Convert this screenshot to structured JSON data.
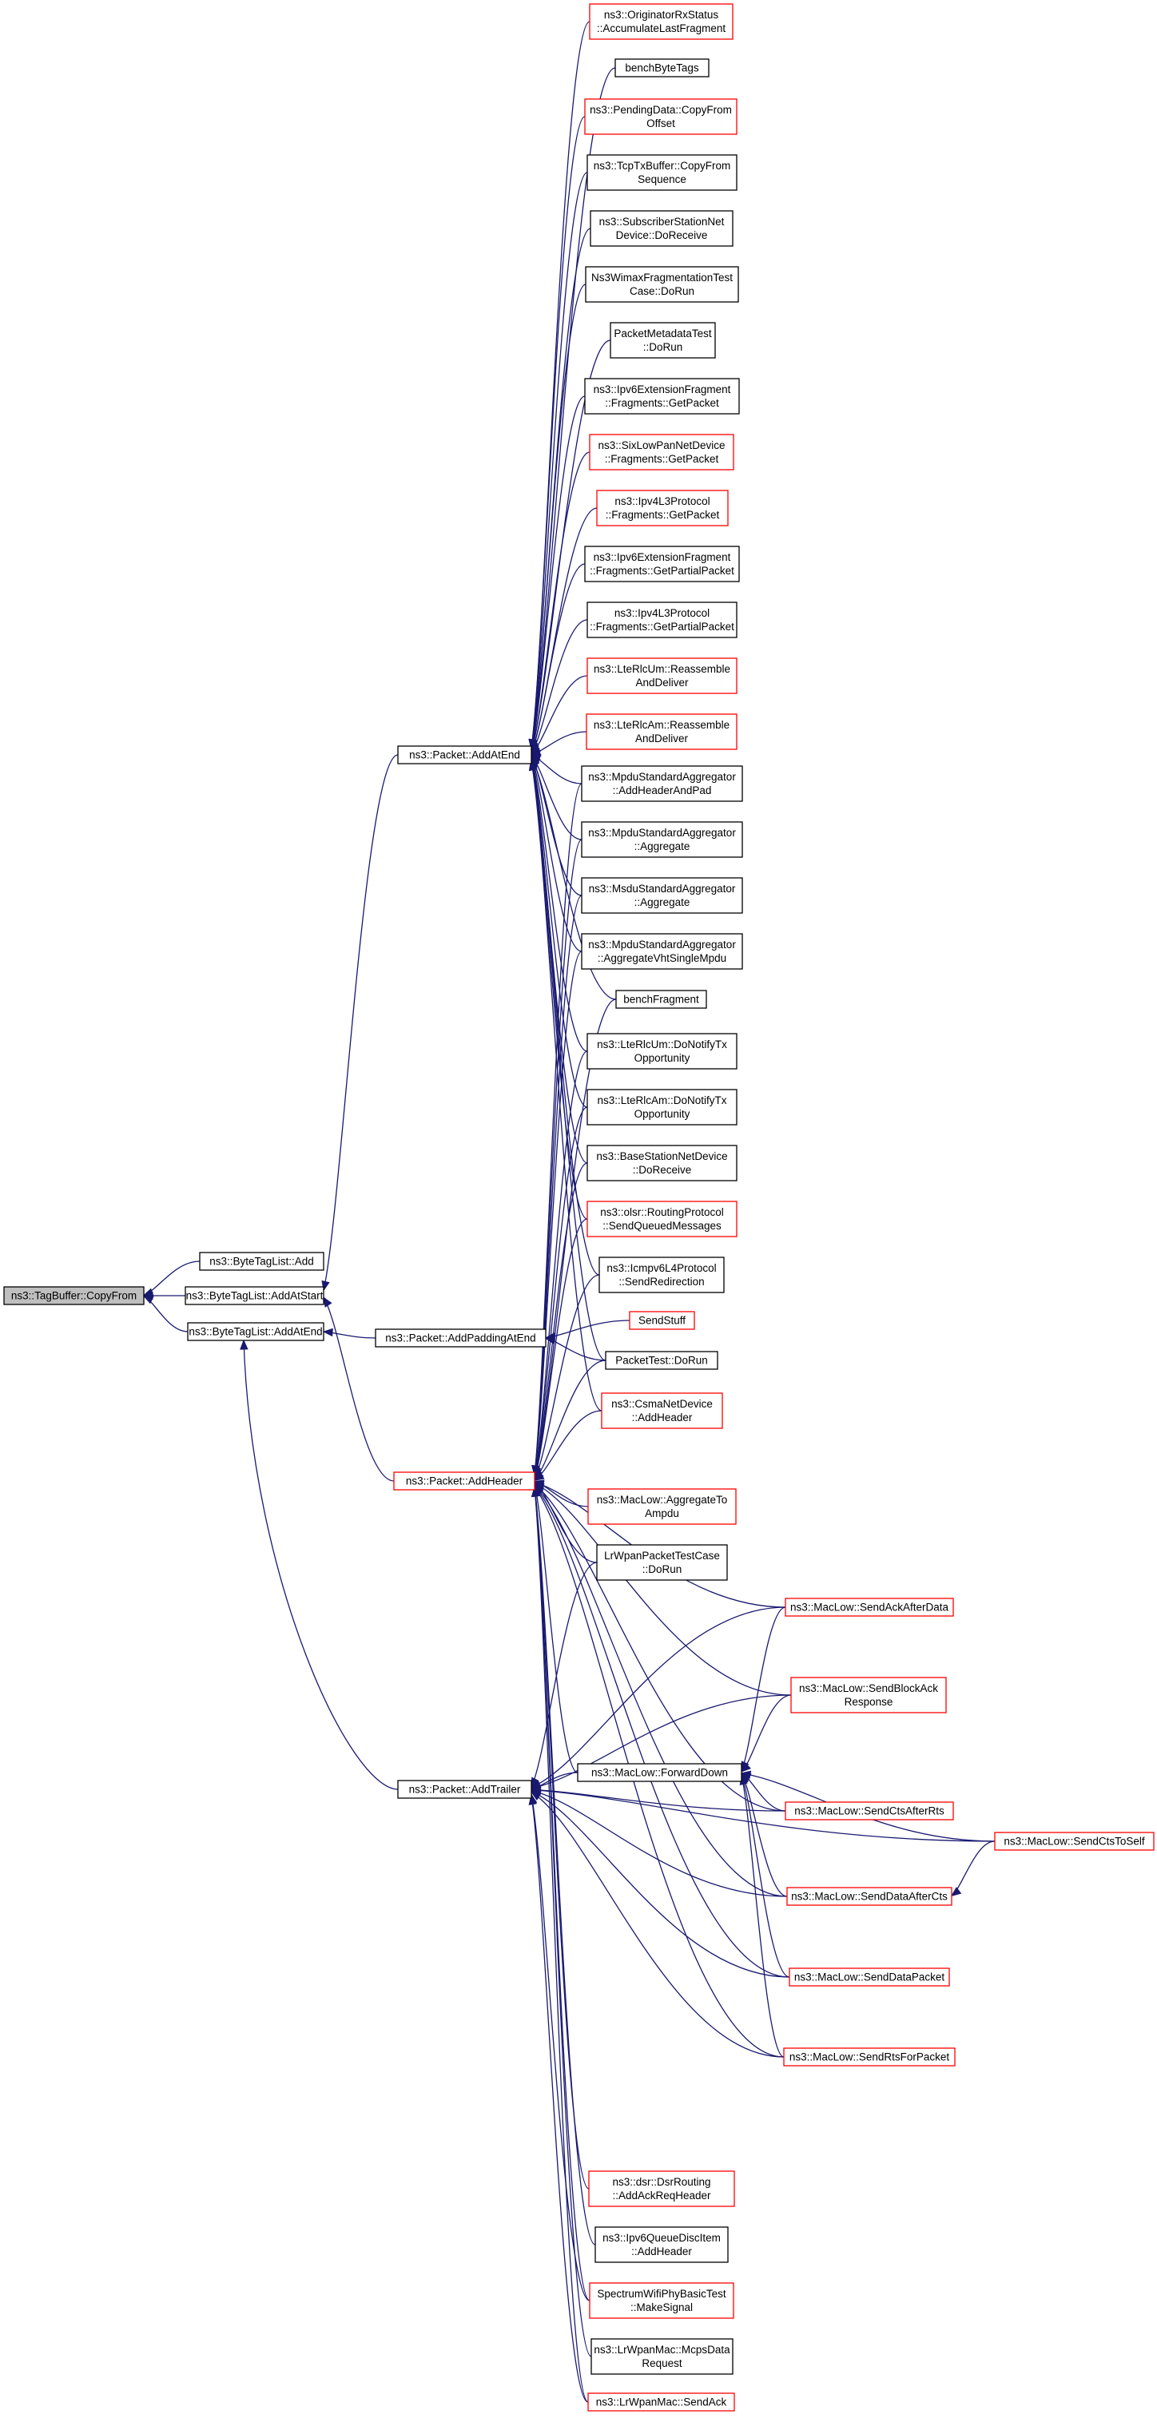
{
  "edge_color": "#191970",
  "nodes": [
    {
      "id": "n0",
      "lines": [
        "ns3::TagBuffer::CopyFrom"
      ],
      "style": "focus"
    },
    {
      "id": "n1",
      "lines": [
        "ns3::ByteTagList::Add"
      ],
      "style": "black"
    },
    {
      "id": "n2",
      "lines": [
        "ns3::ByteTagList::AddAtStart"
      ],
      "style": "black"
    },
    {
      "id": "n3",
      "lines": [
        "ns3::ByteTagList::AddAtEnd"
      ],
      "style": "black"
    },
    {
      "id": "n4",
      "lines": [
        "ns3::Packet::AddAtEnd"
      ],
      "style": "black"
    },
    {
      "id": "n5",
      "lines": [
        "ns3::Packet::AddPaddingAtEnd"
      ],
      "style": "black"
    },
    {
      "id": "n6",
      "lines": [
        "ns3::Packet::AddHeader"
      ],
      "style": "red"
    },
    {
      "id": "n7",
      "lines": [
        "ns3::Packet::AddTrailer"
      ],
      "style": "black"
    },
    {
      "id": "n8",
      "lines": [
        "ns3::OriginatorRxStatus",
        "::AccumulateLastFragment"
      ],
      "style": "red"
    },
    {
      "id": "n9",
      "lines": [
        "benchByteTags"
      ],
      "style": "black"
    },
    {
      "id": "n10",
      "lines": [
        "ns3::PendingData::CopyFrom",
        "Offset"
      ],
      "style": "red"
    },
    {
      "id": "n11",
      "lines": [
        "ns3::TcpTxBuffer::CopyFrom",
        "Sequence"
      ],
      "style": "black"
    },
    {
      "id": "n12",
      "lines": [
        "ns3::SubscriberStationNet",
        "Device::DoReceive"
      ],
      "style": "black"
    },
    {
      "id": "n13",
      "lines": [
        "Ns3WimaxFragmentationTest",
        "Case::DoRun"
      ],
      "style": "black"
    },
    {
      "id": "n14",
      "lines": [
        "PacketMetadataTest",
        "::DoRun"
      ],
      "style": "black"
    },
    {
      "id": "n15",
      "lines": [
        "ns3::Ipv6ExtensionFragment",
        "::Fragments::GetPacket"
      ],
      "style": "black"
    },
    {
      "id": "n16",
      "lines": [
        "ns3::SixLowPanNetDevice",
        "::Fragments::GetPacket"
      ],
      "style": "red"
    },
    {
      "id": "n17",
      "lines": [
        "ns3::Ipv4L3Protocol",
        "::Fragments::GetPacket"
      ],
      "style": "red"
    },
    {
      "id": "n18",
      "lines": [
        "ns3::Ipv6ExtensionFragment",
        "::Fragments::GetPartialPacket"
      ],
      "style": "black"
    },
    {
      "id": "n19",
      "lines": [
        "ns3::Ipv4L3Protocol",
        "::Fragments::GetPartialPacket"
      ],
      "style": "black"
    },
    {
      "id": "n20",
      "lines": [
        "ns3::LteRlcUm::Reassemble",
        "AndDeliver"
      ],
      "style": "red"
    },
    {
      "id": "n21",
      "lines": [
        "ns3::LteRlcAm::Reassemble",
        "AndDeliver"
      ],
      "style": "red"
    },
    {
      "id": "n22",
      "lines": [
        "ns3::MpduStandardAggregator",
        "::AddHeaderAndPad"
      ],
      "style": "black"
    },
    {
      "id": "n23",
      "lines": [
        "ns3::MpduStandardAggregator",
        "::Aggregate"
      ],
      "style": "black"
    },
    {
      "id": "n24",
      "lines": [
        "ns3::MsduStandardAggregator",
        "::Aggregate"
      ],
      "style": "black"
    },
    {
      "id": "n25",
      "lines": [
        "ns3::MpduStandardAggregator",
        "::AggregateVhtSingleMpdu"
      ],
      "style": "black"
    },
    {
      "id": "n26",
      "lines": [
        "benchFragment"
      ],
      "style": "black"
    },
    {
      "id": "n27",
      "lines": [
        "ns3::LteRlcUm::DoNotifyTx",
        "Opportunity"
      ],
      "style": "black"
    },
    {
      "id": "n28",
      "lines": [
        "ns3::LteRlcAm::DoNotifyTx",
        "Opportunity"
      ],
      "style": "black"
    },
    {
      "id": "n29",
      "lines": [
        "ns3::BaseStationNetDevice",
        "::DoReceive"
      ],
      "style": "black"
    },
    {
      "id": "n30",
      "lines": [
        "ns3::olsr::RoutingProtocol",
        "::SendQueuedMessages"
      ],
      "style": "red"
    },
    {
      "id": "n31",
      "lines": [
        "ns3::Icmpv6L4Protocol",
        "::SendRedirection"
      ],
      "style": "black"
    },
    {
      "id": "n32",
      "lines": [
        "SendStuff"
      ],
      "style": "red"
    },
    {
      "id": "n33",
      "lines": [
        "PacketTest::DoRun"
      ],
      "style": "black"
    },
    {
      "id": "n34",
      "lines": [
        "ns3::CsmaNetDevice",
        "::AddHeader"
      ],
      "style": "red"
    },
    {
      "id": "n35",
      "lines": [
        "ns3::MacLow::AggregateTo",
        "Ampdu"
      ],
      "style": "red"
    },
    {
      "id": "n36",
      "lines": [
        "LrWpanPacketTestCase",
        "::DoRun"
      ],
      "style": "black"
    },
    {
      "id": "n37",
      "lines": [
        "ns3::MacLow::SendAckAfterData"
      ],
      "style": "red"
    },
    {
      "id": "n38",
      "lines": [
        "ns3::MacLow::SendBlockAck",
        "Response"
      ],
      "style": "red"
    },
    {
      "id": "n39",
      "lines": [
        "ns3::MacLow::ForwardDown"
      ],
      "style": "black"
    },
    {
      "id": "n40",
      "lines": [
        "ns3::MacLow::SendCtsAfterRts"
      ],
      "style": "red"
    },
    {
      "id": "n41",
      "lines": [
        "ns3::MacLow::SendCtsToSelf"
      ],
      "style": "red"
    },
    {
      "id": "n42",
      "lines": [
        "ns3::MacLow::SendDataAfterCts"
      ],
      "style": "red"
    },
    {
      "id": "n43",
      "lines": [
        "ns3::MacLow::SendDataPacket"
      ],
      "style": "red"
    },
    {
      "id": "n44",
      "lines": [
        "ns3::MacLow::SendRtsForPacket"
      ],
      "style": "red"
    },
    {
      "id": "n45",
      "lines": [
        "ns3::dsr::DsrRouting",
        "::AddAckReqHeader"
      ],
      "style": "red"
    },
    {
      "id": "n46",
      "lines": [
        "ns3::Ipv6QueueDiscItem",
        "::AddHeader"
      ],
      "style": "black"
    },
    {
      "id": "n47",
      "lines": [
        "SpectrumWifiPhyBasicTest",
        "::MakeSignal"
      ],
      "style": "red"
    },
    {
      "id": "n48",
      "lines": [
        "ns3::LrWpanMac::McpsData",
        "Request"
      ],
      "style": "black"
    },
    {
      "id": "n49",
      "lines": [
        "ns3::LrWpanMac::SendAck"
      ],
      "style": "red"
    }
  ]
}
